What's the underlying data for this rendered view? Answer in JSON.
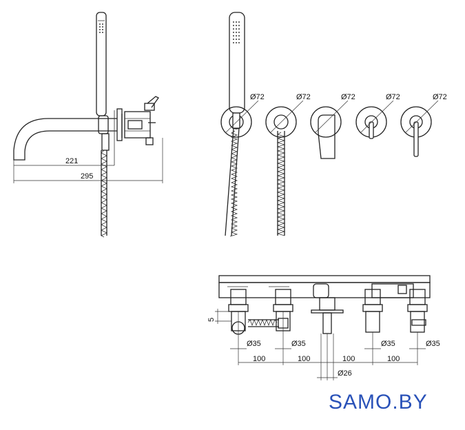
{
  "side_view": {
    "dim_inner": "221",
    "dim_outer": "295"
  },
  "front_view": {
    "diameters": [
      "Ø72",
      "Ø72",
      "Ø72",
      "Ø72",
      "Ø72"
    ]
  },
  "top_view": {
    "offset": "5",
    "diameters": [
      "Ø35",
      "Ø35",
      "Ø35",
      "Ø35"
    ],
    "spacings": [
      "100",
      "100",
      "100",
      "100"
    ],
    "spout_diameter": "Ø26"
  },
  "watermark": "SAMO.BY",
  "colors": {
    "line": "#222222",
    "brand": "#2a52b8"
  }
}
